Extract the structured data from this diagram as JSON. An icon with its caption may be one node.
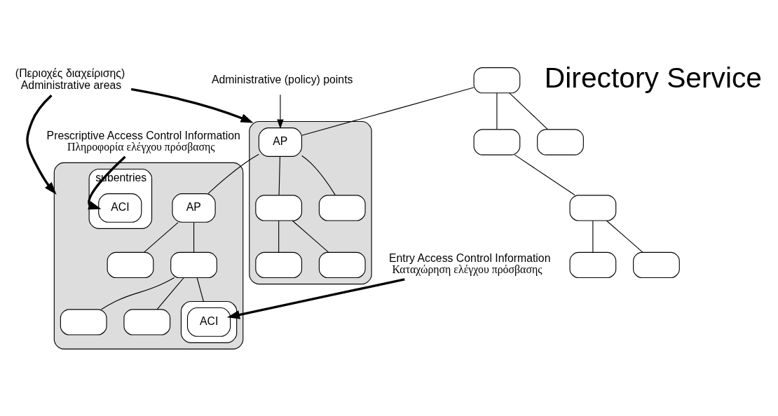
{
  "diagram": {
    "nodes": [
      {
        "text": [
          "Administrative (policy) points"
        ]
      },
      {
        "text": [],
        "shape": "box"
      },
      {
        "text": [],
        "shape": "cloud"
      },
      {
        "text": [
          "AP"
        ],
        "in": 2
      },
      {
        "text": [],
        "shape": "box"
      },
      {
        "text": [],
        "shape": "box"
      },
      {
        "text": [
          "Prescriptive Access Control Information"
        ],
        "beside": [
          "Πληροφορία ελέγχου πρόσβασης"
        ]
      },
      {
        "text": [],
        "shape": "cloud"
      },
      {
        "text": [
          "subentries"
        ],
        "in": 7
      },
      {
        "text": [
          "ACI"
        ],
        "in": 8
      },
      {
        "text": [
          "AP"
        ],
        "in": 7
      },
      {
        "text": [],
        "shape": "box",
        "in": 2
      },
      {
        "text": [],
        "shape": "box",
        "in": 2
      },
      {
        "text": [],
        "shape": "box"
      },
      {
        "text": [],
        "shape": "box",
        "in": 7
      },
      {
        "text": [],
        "shape": "box",
        "in": 7
      },
      {
        "text": [],
        "shape": "box",
        "in": 2
      },
      {
        "text": [],
        "shape": "box",
        "in": 2
      },
      {
        "text": [],
        "shape": "box"
      },
      {
        "text": [],
        "shape": "box"
      },
      {
        "text": [],
        "shape": "box",
        "in": 7
      },
      {
        "text": [
          "ACI"
        ],
        "in": 20
      },
      {
        "text": [],
        "shape": "box",
        "in": 7
      },
      {
        "text": [],
        "shape": "box",
        "in": 7
      },
      {
        "text": [
          "Entry Access Control Information"
        ],
        "beside": [
          "Καταχώρηση ελέγχου πρόσβασης"
        ]
      },
      {
        "text": [
          "(Περιοχές διαχείρισης)",
          "Administrative areas"
        ]
      }
    ],
    "edges": [
      {
        "from": 1,
        "to": 3,
        "arrow": "none"
      },
      {
        "from": 1,
        "to": 4,
        "arrow": "none"
      },
      {
        "from": 1,
        "to": 5,
        "arrow": "none"
      },
      {
        "from": 0,
        "to": 3,
        "arrow": "to"
      },
      {
        "from": 3,
        "to": 10,
        "arrow": "none"
      },
      {
        "from": 3,
        "to": 11,
        "arrow": "none"
      },
      {
        "from": 3,
        "to": 12,
        "arrow": "none"
      },
      {
        "from": 5,
        "to": 13,
        "arrow": "none"
      },
      {
        "from": 6,
        "to": 9,
        "arrow": "to",
        "style": "thick"
      },
      {
        "from": 10,
        "to": 14,
        "arrow": "none"
      },
      {
        "from": 10,
        "to": 15,
        "arrow": "none"
      },
      {
        "from": 11,
        "to": 16,
        "arrow": "none"
      },
      {
        "from": 11,
        "to": 17,
        "arrow": "none"
      },
      {
        "from": 13,
        "to": 18,
        "arrow": "none"
      },
      {
        "from": 13,
        "to": 19,
        "arrow": "none"
      },
      {
        "from": 15,
        "to": 20,
        "arrow": "none"
      },
      {
        "from": 15,
        "to": 22,
        "arrow": "none"
      },
      {
        "from": 15,
        "to": 23,
        "arrow": "none"
      },
      {
        "from": 24,
        "to": 21,
        "arrow": "to",
        "style": "thick"
      },
      {
        "from": 25,
        "to": 7,
        "arrow": "to",
        "style": "thick"
      },
      {
        "from": 25,
        "to": 2,
        "arrow": "to",
        "style": "thick"
      }
    ],
    "labels": [
      "Directory Service"
    ]
  }
}
